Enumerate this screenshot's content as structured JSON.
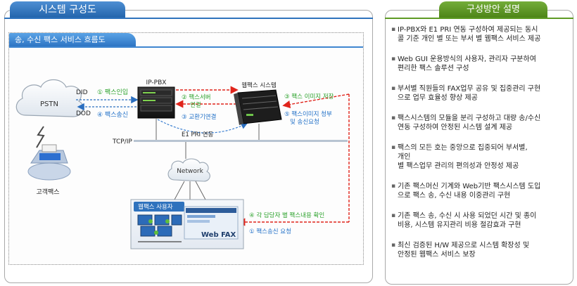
{
  "left_panel": {
    "title": "시스템 구성도",
    "flow_title": "송, 수신 팩스 서비스 흐름도"
  },
  "right_panel": {
    "title": "구성방안 설명",
    "bullets": [
      "IP-PBX와 E1 PRI 연동 구성하여 제공되는 동시\n콜 기준 개인 별 또는 부서 별 웹팩스 서비스 제공",
      "Web GUI 운용방식의 사용자, 관리자 구분하여\n편리한 팩스 솔루션 구성",
      "부서별 직원들의 FAX업무 공유 및 집중관리 구현\n으로 업무 효율성 향상 제공",
      "팩스시스템의 모듈을 분리 구성하고 대량 송/수신\n연동 구성하여 안정된 시스템 설계 제공",
      "팩스의 모든 호는 중앙으로 집중되어 부서별,\n개인\n별 팩스업무 관리의 편의성과 안정성 제공",
      "기존 팩스머신 기계와 Web기반 팩스시스템 도입\n으로 팩스 송, 수신 내용 이중관리 구현",
      "기존 팩스 송, 수신 시 사용 되었던 시간 및 종이\n비용, 시스템 유지관리 비용 절감효과 구현",
      "최신 검증된 H/W 제공으로 시스템 확장성 및\n안정된 웹팩스 서비스 보장"
    ]
  },
  "diagram": {
    "pstn": "PSTN",
    "did": "DID",
    "dod": "DOD",
    "step1_fax_in": "① 팩스인입",
    "step4_fax_send": "④ 팩스송신",
    "ippbx": "IP-PBX",
    "step2_fax_server": "② 팩스서버",
    "step2_connect": "연결",
    "step3_exchange": "③ 교환기연결",
    "e1_pri": "E1 PRI 연동",
    "webfax_system": "웹팩스 시스템",
    "step3_image_save": "③ 팩스 이미지 저장",
    "step5_image_request": "⑤ 팩스이미지 청부",
    "step5_send_request": "및 송신요청",
    "tcpip": "TCP/IP",
    "network": "Network",
    "customer_fax": "고객팩스",
    "webfax_user": "웹팩스 사용자",
    "web_fax_label": "Web FAX",
    "step4_check": "④ 각 담당자 별 팩스내용 확인",
    "step1_send_request": "① 팩스송신 요청"
  },
  "colors": {
    "blue_header": "#2163ab",
    "green_header": "#4c8316",
    "red_arrow": "#e0241b",
    "green_step": "#2aa12a",
    "blue_step": "#1f6fc7"
  }
}
